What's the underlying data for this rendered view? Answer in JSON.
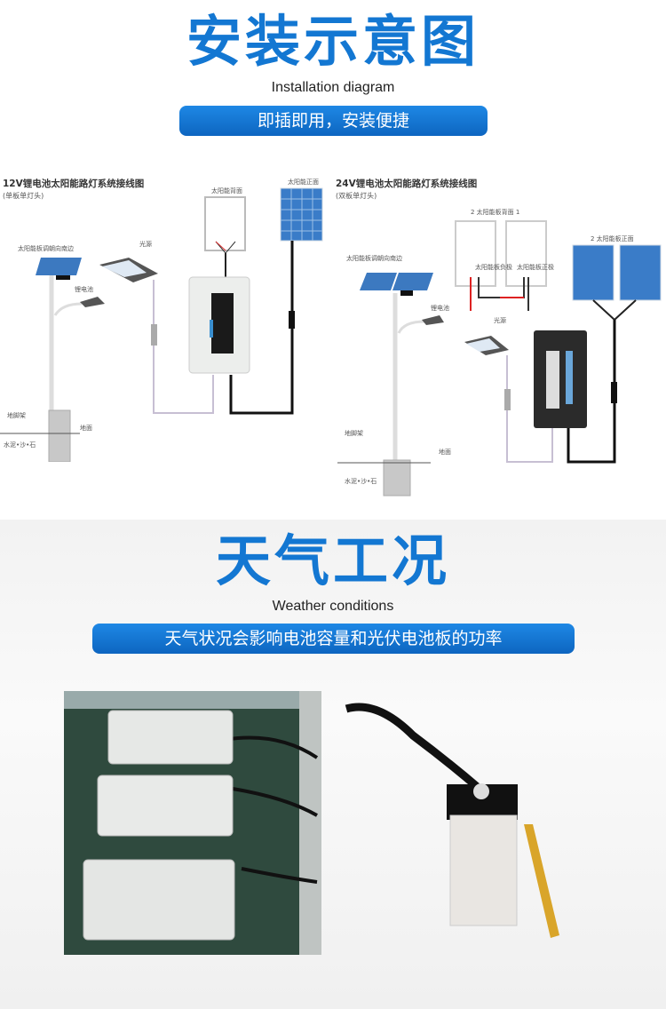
{
  "section1": {
    "title": "安装示意图",
    "subtitle": "Installation diagram",
    "banner": "即插即用，安装便捷"
  },
  "diagram12v": {
    "title": "12V锂电池太阳能路灯系统接线图",
    "subtitle": "(单板单灯头)",
    "labels": {
      "panel_back": "太阳能背面",
      "panel_front": "太阳能正面",
      "panel_direction": "太阳能板调朝向南边",
      "light_source": "光源",
      "battery": "锂电池",
      "anchor": "地脚架",
      "ground": "地面",
      "concrete": "水泥•沙•石"
    }
  },
  "diagram24v": {
    "title": "24V锂电池太阳能路灯系统接线图",
    "subtitle": "(双板单灯头)",
    "labels": {
      "panel_back": "2  太阳能板背面 1",
      "negative": "太阳能板负极",
      "positive": "太阳能板正极",
      "panel_front": "2  太阳能板正面",
      "panel_direction": "太阳能板调朝向南边",
      "light_source": "光源",
      "battery": "锂电池",
      "anchor": "地脚架",
      "ground": "地面",
      "concrete": "水泥•沙•石"
    }
  },
  "section2": {
    "title": "天气工况",
    "subtitle": "Weather conditions",
    "banner": "天气状况会影响电池容量和光伏电池板的功率"
  },
  "colors": {
    "accent": "#1377d2"
  }
}
